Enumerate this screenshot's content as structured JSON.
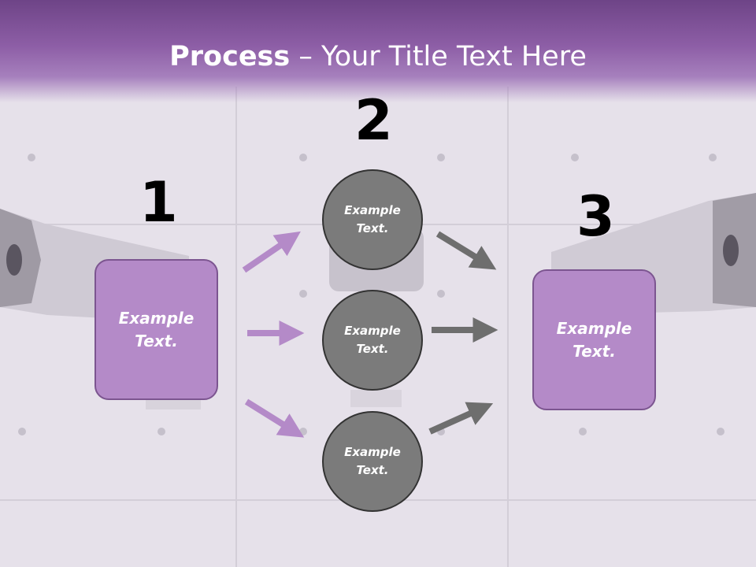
{
  "title": {
    "bold": "Process",
    "rest": " – Your Title Text Here"
  },
  "steps": [
    {
      "number": "1",
      "label": "Example Text."
    },
    {
      "number": "2",
      "items": [
        "Example Text.",
        "Example Text.",
        "Example Text."
      ]
    },
    {
      "number": "3",
      "label": "Example Text."
    }
  ],
  "colors": {
    "header": "#8d5ea6",
    "box": "#b48ac8",
    "circle": "#7b7b7b",
    "arrow_left": "#b48ac8",
    "arrow_right": "#6e6e6e"
  }
}
